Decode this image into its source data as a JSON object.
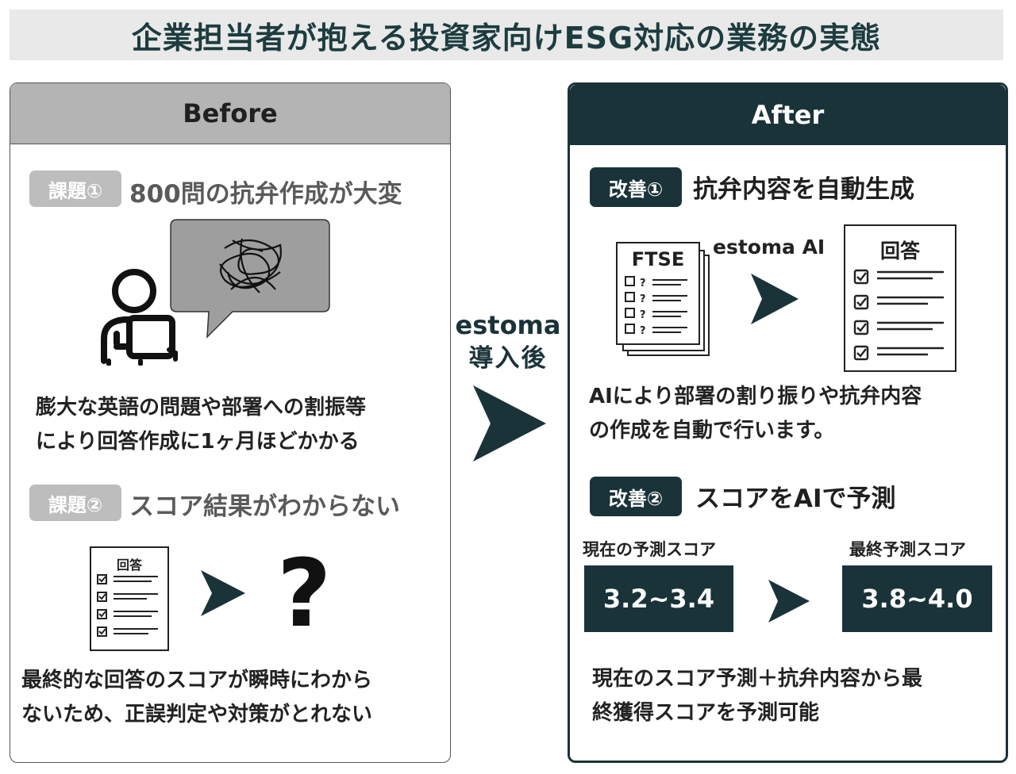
{
  "title": "企業担当者が抱える投資家向けESG対応の業務の実態",
  "before": {
    "header": "Before",
    "issue1": {
      "badge": "課題①",
      "heading": "800問の抗弁作成が大変",
      "desc_line1": "膨大な英語の問題や部署への割振等",
      "desc_line2": "により回答作成に1ヶ月ほどかかる"
    },
    "issue2": {
      "badge": "課題②",
      "heading": "スコア結果がわからない",
      "doc_title": "回答",
      "question_mark": "?",
      "desc_line1": "最終的な回答のスコアが瞬時にわから",
      "desc_line2": "ないため、正誤判定や対策がとれない"
    }
  },
  "center": {
    "line1": "estoma",
    "line2": "導入後"
  },
  "after": {
    "header": "After",
    "improve1": {
      "badge": "改善①",
      "heading": "抗弁内容を自動生成",
      "doc_left_title": "FTSE",
      "ai_label": "estoma AI",
      "doc_right_title": "回答",
      "desc_line1": "AIにより部署の割り振りや抗弁内容",
      "desc_line2": "の作成を自動で行います。"
    },
    "improve2": {
      "badge": "改善②",
      "heading": "スコアをAIで予測",
      "current_label": "現在の予測スコア",
      "current_value": "3.2~3.4",
      "final_label": "最終予測スコア",
      "final_value": "3.8~4.0",
      "desc_line1": "現在のスコア予測＋抗弁内容から最",
      "desc_line2": "終獲得スコアを予測可能"
    }
  },
  "colors": {
    "dark_teal": "#1a3338",
    "gray_header": "#b4b4b4",
    "badge_gray": "#bdbdbd",
    "title_bg": "#e9e9e9"
  }
}
